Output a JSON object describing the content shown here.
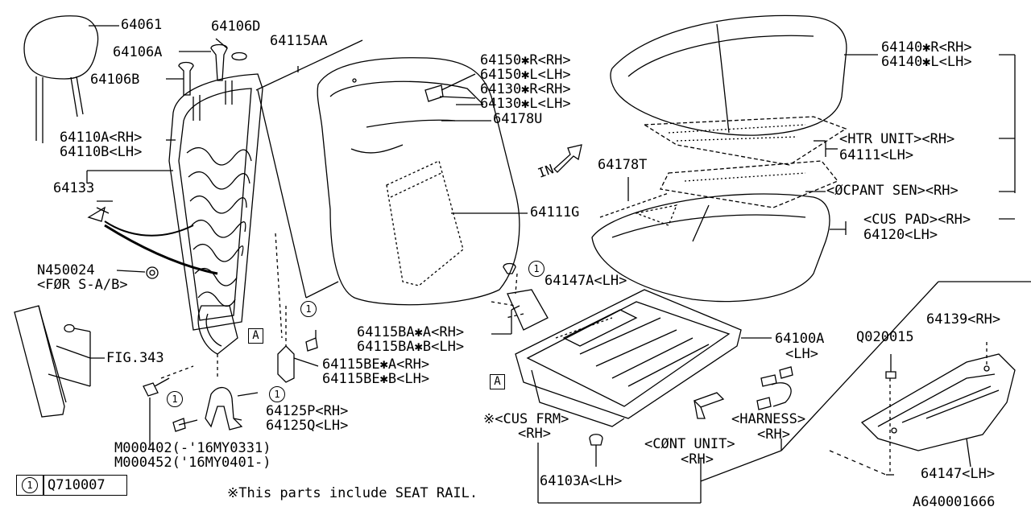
{
  "diagram": {
    "part_labels": {
      "p64061": "64061",
      "p64106d": "64106D",
      "p64106a": "64106A",
      "p64115aa": "64115AA",
      "p64106b": "64106B",
      "p64110a": "64110A<RH>",
      "p64110b": "64110B<LH>",
      "p64133": "64133",
      "n450024": "N450024",
      "for_sab": "<FØR S-A/B>",
      "fig343": "FIG.343",
      "p64150r": "64150✱R<RH>",
      "p64150l": "64150✱L<LH>",
      "p64130r": "64130✱R<RH>",
      "p64130l": "64130✱L<LH>",
      "p64178u": "64178U",
      "p64111g": "64111G",
      "p64115bar": "64115BA✱A<RH>",
      "p64115bal": "64115BA✱B<LH>",
      "p64115ber": "64115BE✱A<RH>",
      "p64115bel": "64115BE✱B<LH>",
      "p64125p": "64125P<RH>",
      "p64125q": "64125Q<LH>",
      "m000402": "M000402(-'16MY0331)",
      "m000452": "M000452('16MY0401-)",
      "p64140r": "64140✱R<RH>",
      "p64140l": "64140✱L<LH>",
      "htr_unit": "<HTR UNIT><RH>",
      "p64111": "64111<LH>",
      "p64178t": "64178T",
      "ocpant_sen": "<ØCPANT SEN><RH>",
      "cus_pad": "<CUS PAD><RH>",
      "p64120": "64120<LH>",
      "p64147a": "64147A<LH>",
      "p64100a": "64100A",
      "p64100a_lh": "<LH>",
      "p64139": "64139<RH>",
      "q020015": "Q020015",
      "harness": "<HARNESS>",
      "harness_rh": "<RH>",
      "cont_unit": "<CØNT UNIT>",
      "cont_unit_rh": "<RH>",
      "cus_frm": "※<CUS FRM>",
      "cus_frm_rh": "<RH>",
      "p64103a": "64103A<LH>",
      "p64147": "64147<LH>",
      "in_arrow": "IN"
    },
    "callout_marks": {
      "box_a": "A",
      "circle_1": "1"
    },
    "legend": {
      "number": "1",
      "part": "Q710007"
    },
    "note": "※This parts include SEAT RAIL.",
    "diagram_id": "A640001666"
  }
}
